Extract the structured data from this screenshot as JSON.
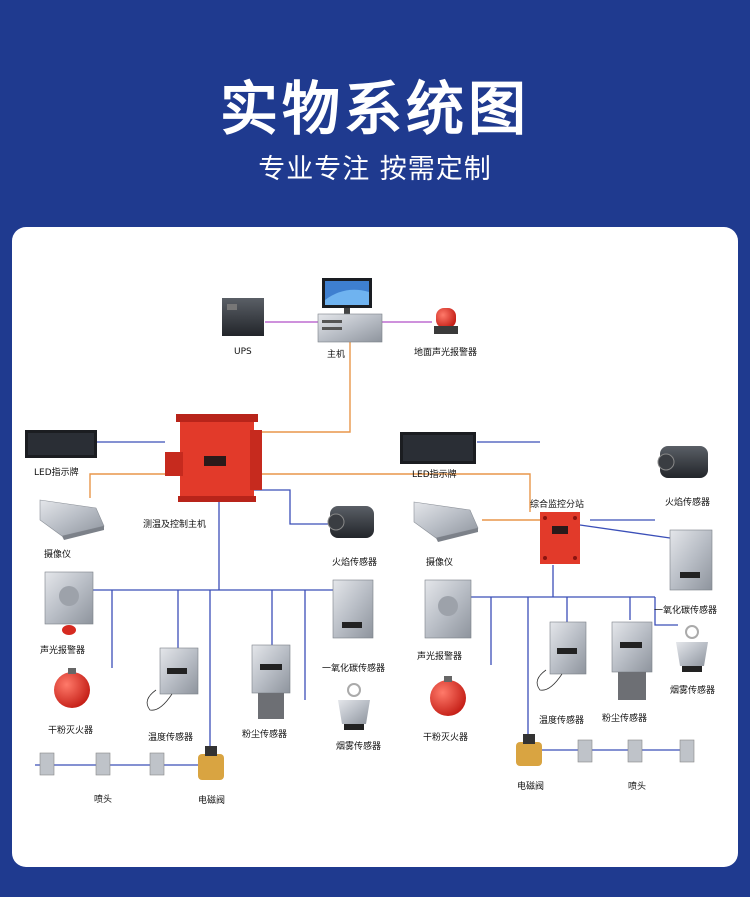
{
  "header": {
    "title": "实物系统图",
    "subtitle": "专业专注 按需定制"
  },
  "labels": {
    "ups": "UPS",
    "host": "主机",
    "ground_alarm": "地面声光报警器",
    "led_left": "LED指示牌",
    "led_right": "LED指示牌",
    "main_controller": "测温及控制主机",
    "camera_left": "摄像仪",
    "camera_right": "摄像仪",
    "flame_left": "火焰传感器",
    "flame_right": "火焰传感器",
    "substation": "综合监控分站",
    "sound_alarm_left": "声光报警器",
    "sound_alarm_right": "声光报警器",
    "co_left": "一氧化碳传感器",
    "co_right": "一氧化碳传感器",
    "extinguisher_left": "干粉灭火器",
    "extinguisher_right": "干粉灭火器",
    "temp_left": "温度传感器",
    "temp_right": "温度传感器",
    "dust_left": "粉尘传感器",
    "dust_right": "粉尘传感器",
    "smoke_left": "烟雾传感器",
    "smoke_right": "烟雾传感器",
    "nozzle_left": "喷头",
    "nozzle_right": "喷头",
    "valve_left": "电磁阀",
    "valve_right": "电磁阀"
  },
  "colors": {
    "background": "#1f3a8f",
    "blue_line": "#3b4fb8",
    "orange_line": "#e8964a",
    "purple_line": "#b04fc8",
    "red_device": "#e23a2a"
  }
}
